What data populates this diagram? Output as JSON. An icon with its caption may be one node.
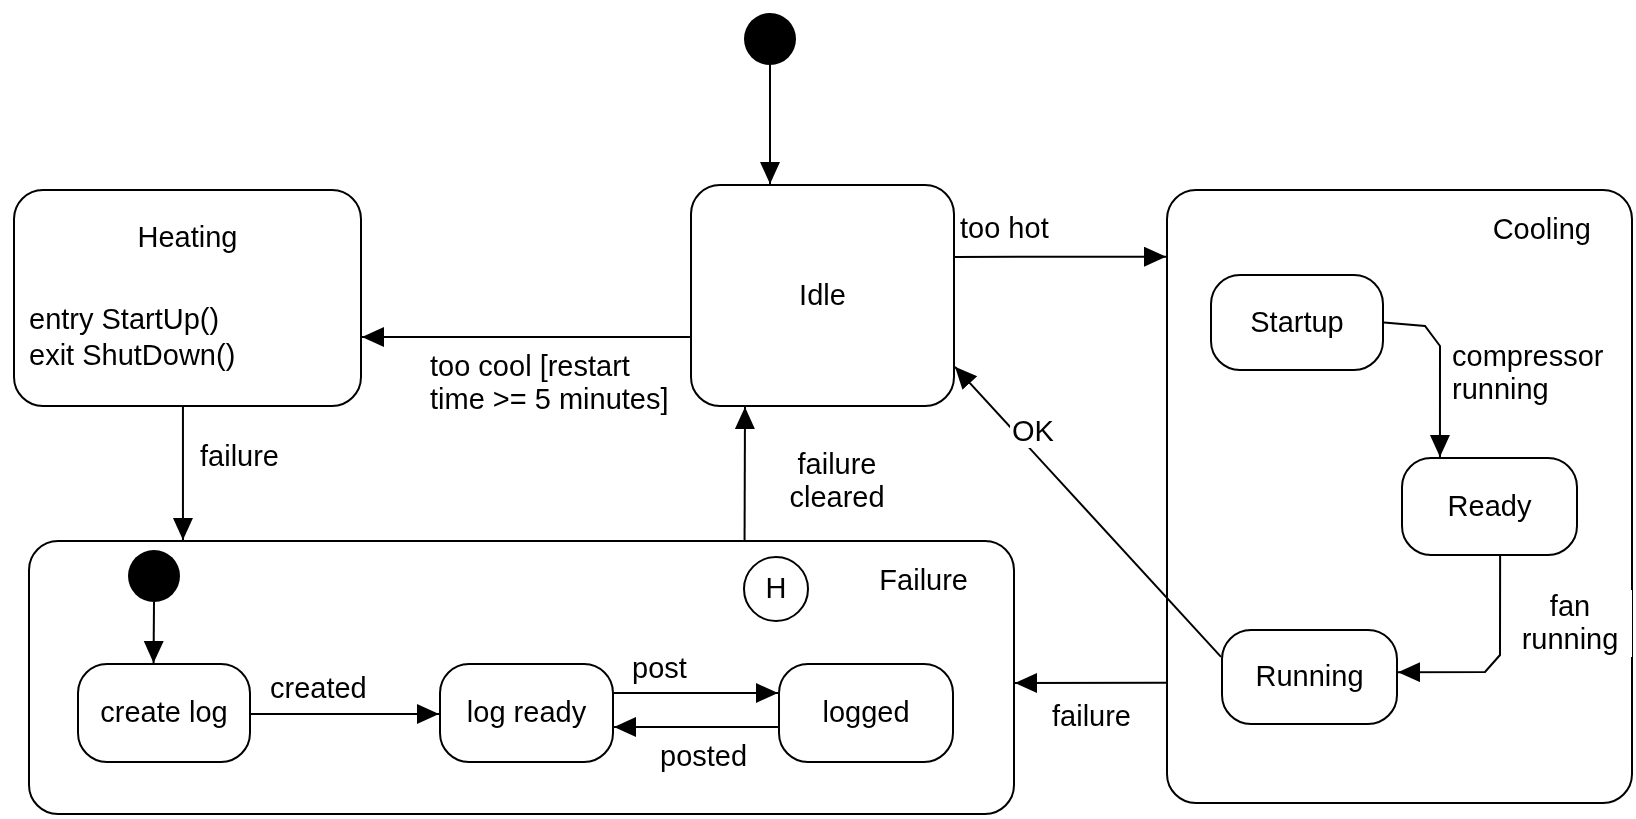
{
  "diagram": {
    "nodes": [
      {
        "text": [],
        "shape": "circle"
      },
      {
        "text": [
          "Heating",
          "entry StartUp()",
          "exit ShutDown()"
        ]
      },
      {
        "text": [
          "Idle"
        ]
      },
      {
        "text": [
          "Cooling"
        ]
      },
      {
        "text": [
          "Startup"
        ],
        "in": 3
      },
      {
        "text": [
          "Ready"
        ],
        "in": 3
      },
      {
        "text": [
          "Running"
        ],
        "in": 3
      },
      {
        "text": [
          "Failure"
        ]
      },
      {
        "text": [],
        "shape": "circle",
        "in": 7
      },
      {
        "text": [
          "H"
        ],
        "in": 7
      },
      {
        "text": [
          "create log"
        ],
        "in": 7
      },
      {
        "text": [
          "log ready"
        ],
        "in": 7
      },
      {
        "text": [
          "logged"
        ],
        "in": 7
      }
    ],
    "edges": [
      {
        "from": 0,
        "to": 2,
        "arrow": "to"
      },
      {
        "from": 2,
        "to": 1,
        "arrow": "to",
        "label": "too cool [restart time >= 5 minutes]"
      },
      {
        "from": 2,
        "to": 3,
        "arrow": "to",
        "label": "too hot"
      },
      {
        "from": 4,
        "to": 5,
        "arrow": "to",
        "label": "compressor running"
      },
      {
        "from": 5,
        "to": 6,
        "arrow": "to",
        "label": "fan running"
      },
      {
        "from": 6,
        "to": 2,
        "arrow": "to",
        "label": "OK"
      },
      {
        "from": 3,
        "to": 7,
        "arrow": "to",
        "label": "failure"
      },
      {
        "from": 1,
        "to": 7,
        "arrow": "to",
        "label": "failure"
      },
      {
        "from": 7,
        "to": 2,
        "arrow": "to",
        "label": "failure cleared"
      },
      {
        "from": 8,
        "to": 10,
        "arrow": "to"
      },
      {
        "from": 10,
        "to": 11,
        "arrow": "to",
        "label": "created"
      },
      {
        "from": 11,
        "to": 12,
        "arrow": "to",
        "label": "post"
      },
      {
        "from": 12,
        "to": 11,
        "arrow": "to",
        "label": "posted"
      }
    ]
  }
}
